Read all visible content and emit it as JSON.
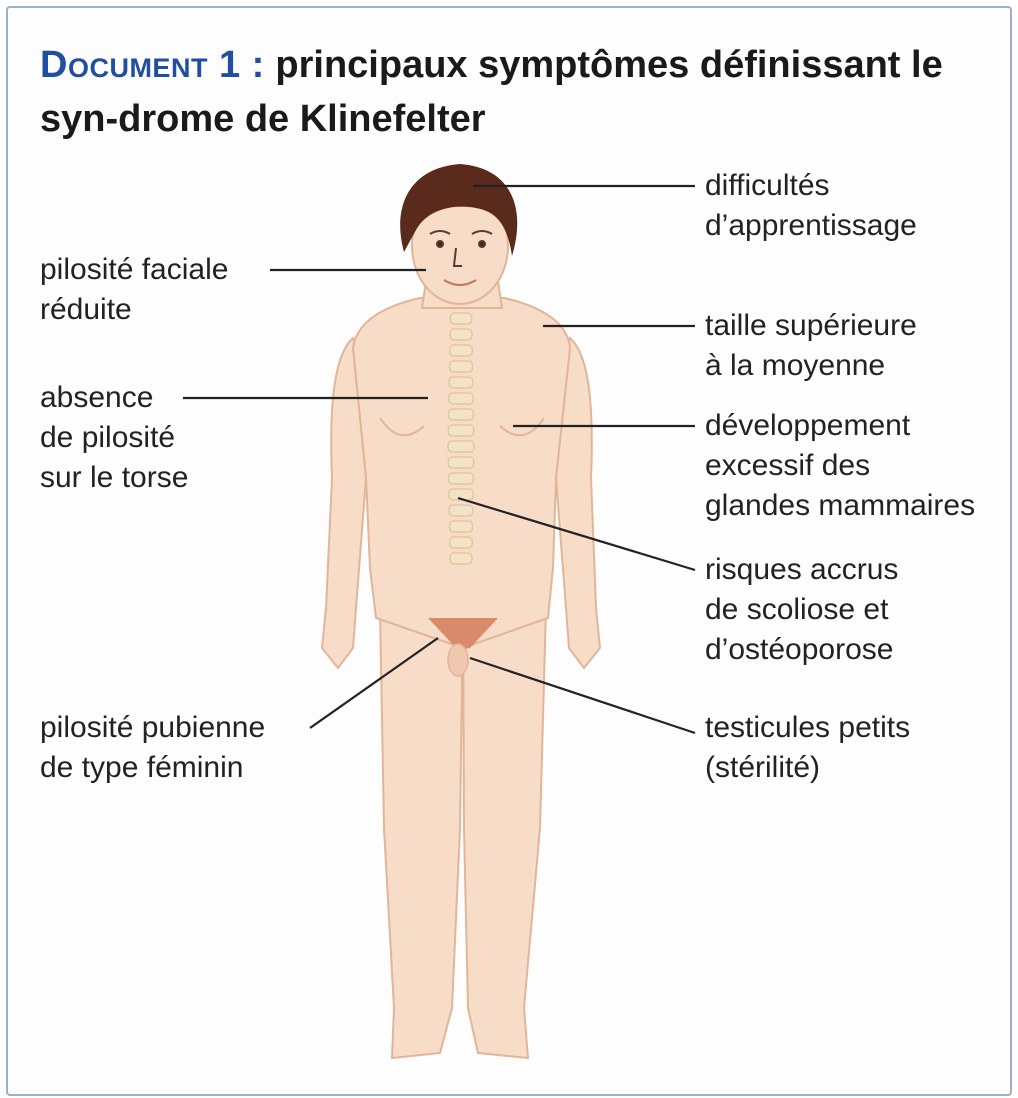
{
  "title": {
    "document_label": "Document 1 :",
    "text": "principaux symptômes définissant le syn-drome de Klinefelter"
  },
  "labels": {
    "learning": "difficultés\nd’apprentissage",
    "facial_hair": "pilosité faciale\nréduite",
    "height": "taille supérieure\nà la moyenne",
    "chest_hair": "absence\nde pilosité\nsur le torse",
    "breasts": "développement\nexcessif des\nglandes mammaires",
    "scoliosis": "risques accrus\nde scoliose et\nd’ostéoporose",
    "pubic_hair": "pilosité pubienne\nde type féminin",
    "testicles": "testicules petits\n(stérilité)"
  },
  "colors": {
    "skin": "#f7dcc8",
    "skin_outline": "#e2b598",
    "hair": "#5a2a1c",
    "spine": "#f3e3c6",
    "pubic": "#d98a6a",
    "title_accent": "#1f4f9e"
  }
}
